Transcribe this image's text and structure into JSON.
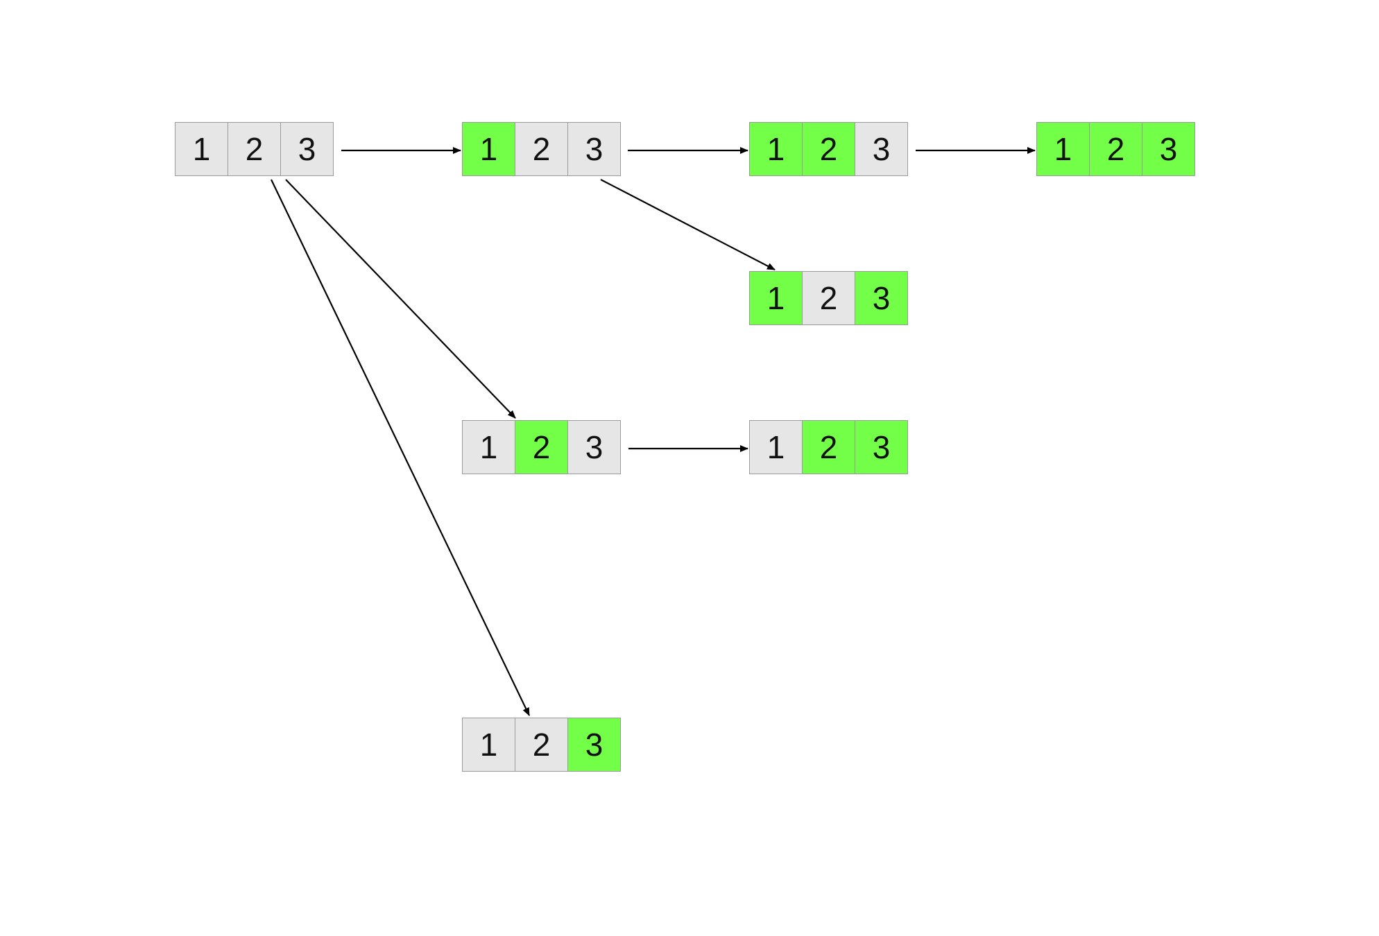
{
  "colors": {
    "off": "#e6e6e6",
    "on": "#73ff47",
    "arrow": "#000000"
  },
  "states": [
    {
      "id": "s0",
      "cells": [
        {
          "label": "1",
          "on": false
        },
        {
          "label": "2",
          "on": false
        },
        {
          "label": "3",
          "on": false
        }
      ]
    },
    {
      "id": "s1",
      "cells": [
        {
          "label": "1",
          "on": true
        },
        {
          "label": "2",
          "on": false
        },
        {
          "label": "3",
          "on": false
        }
      ]
    },
    {
      "id": "s12",
      "cells": [
        {
          "label": "1",
          "on": true
        },
        {
          "label": "2",
          "on": true
        },
        {
          "label": "3",
          "on": false
        }
      ]
    },
    {
      "id": "s123",
      "cells": [
        {
          "label": "1",
          "on": true
        },
        {
          "label": "2",
          "on": true
        },
        {
          "label": "3",
          "on": true
        }
      ]
    },
    {
      "id": "s13",
      "cells": [
        {
          "label": "1",
          "on": true
        },
        {
          "label": "2",
          "on": false
        },
        {
          "label": "3",
          "on": true
        }
      ]
    },
    {
      "id": "s2",
      "cells": [
        {
          "label": "1",
          "on": false
        },
        {
          "label": "2",
          "on": true
        },
        {
          "label": "3",
          "on": false
        }
      ]
    },
    {
      "id": "s23",
      "cells": [
        {
          "label": "1",
          "on": false
        },
        {
          "label": "2",
          "on": true
        },
        {
          "label": "3",
          "on": true
        }
      ]
    },
    {
      "id": "s3",
      "cells": [
        {
          "label": "1",
          "on": false
        },
        {
          "label": "2",
          "on": false
        },
        {
          "label": "3",
          "on": true
        }
      ]
    }
  ],
  "edges": [
    {
      "from": "s0",
      "to": "s1"
    },
    {
      "from": "s1",
      "to": "s12"
    },
    {
      "from": "s12",
      "to": "s123"
    },
    {
      "from": "s1",
      "to": "s13"
    },
    {
      "from": "s0",
      "to": "s2"
    },
    {
      "from": "s2",
      "to": "s23"
    },
    {
      "from": "s0",
      "to": "s3"
    }
  ]
}
